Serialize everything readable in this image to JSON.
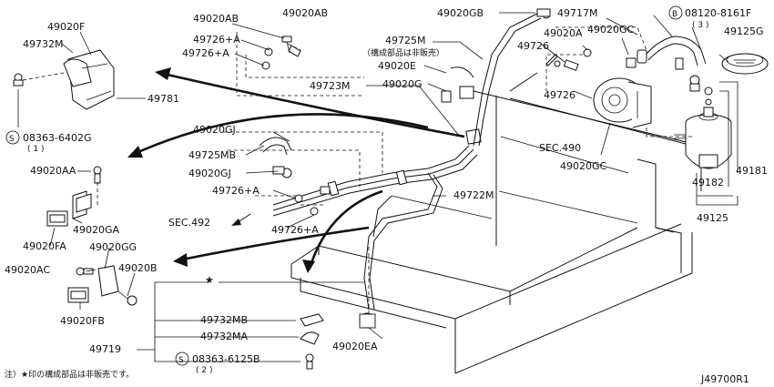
{
  "labels": {
    "l49020F": "49020F",
    "l49732M": "49732M",
    "l49781": "49781",
    "l08363_6402G": "08363-6402G",
    "l08363_6402G_qty": "( 1 )",
    "l49020AB_a": "49020AB",
    "l49020AB_b": "49020AB",
    "l49726A_1": "49726+A",
    "l49726A_2": "49726+A",
    "l49725M": "49725M",
    "l49725M_note": "（構成部品は非販売）",
    "l49020E": "49020E",
    "l49723M": "49723M",
    "l49020G": "49020G",
    "l49020GB": "49020GB",
    "l49717M": "49717M",
    "l08120_8161F": "08120-8161F",
    "l08120_qty": "( 3 )",
    "l49125G": "49125G",
    "l49020A": "49020A",
    "l49020GC_top": "49020GC",
    "l49726_right": "49726",
    "l49726_mid": "49726",
    "lSEC490": "SEC.490",
    "l49020GC_mid": "49020GC",
    "l49181": "49181",
    "l49182": "49182",
    "l49125": "49125",
    "l49020GJ_1": "49020GJ",
    "l49725MB": "49725MB",
    "l49020GJ_2": "49020GJ",
    "l49726A_3": "49726+A",
    "lSEC492": "SEC.492",
    "l49726A_4": "49726+A",
    "l49722M": "49722M",
    "l49020AA": "49020AA",
    "l49020GA": "49020GA",
    "l49020FA": "49020FA",
    "l49020GG": "49020GG",
    "l49020AC": "49020AC",
    "l49020B": "49020B",
    "l49020FB": "49020FB",
    "l49732MB": "49732MB",
    "l49732MA": "49732MA",
    "l49719": "49719",
    "l08363_6125B": "08363-6125B",
    "l08363_6125B_qty": "( 2 )",
    "l49020EA": "49020EA"
  },
  "symbols": {
    "circled_s": "S",
    "circled_b": "B",
    "star": "★"
  },
  "footnote": "注）★印の構成部品は非販売です。",
  "diagram_code": "J49700R1"
}
